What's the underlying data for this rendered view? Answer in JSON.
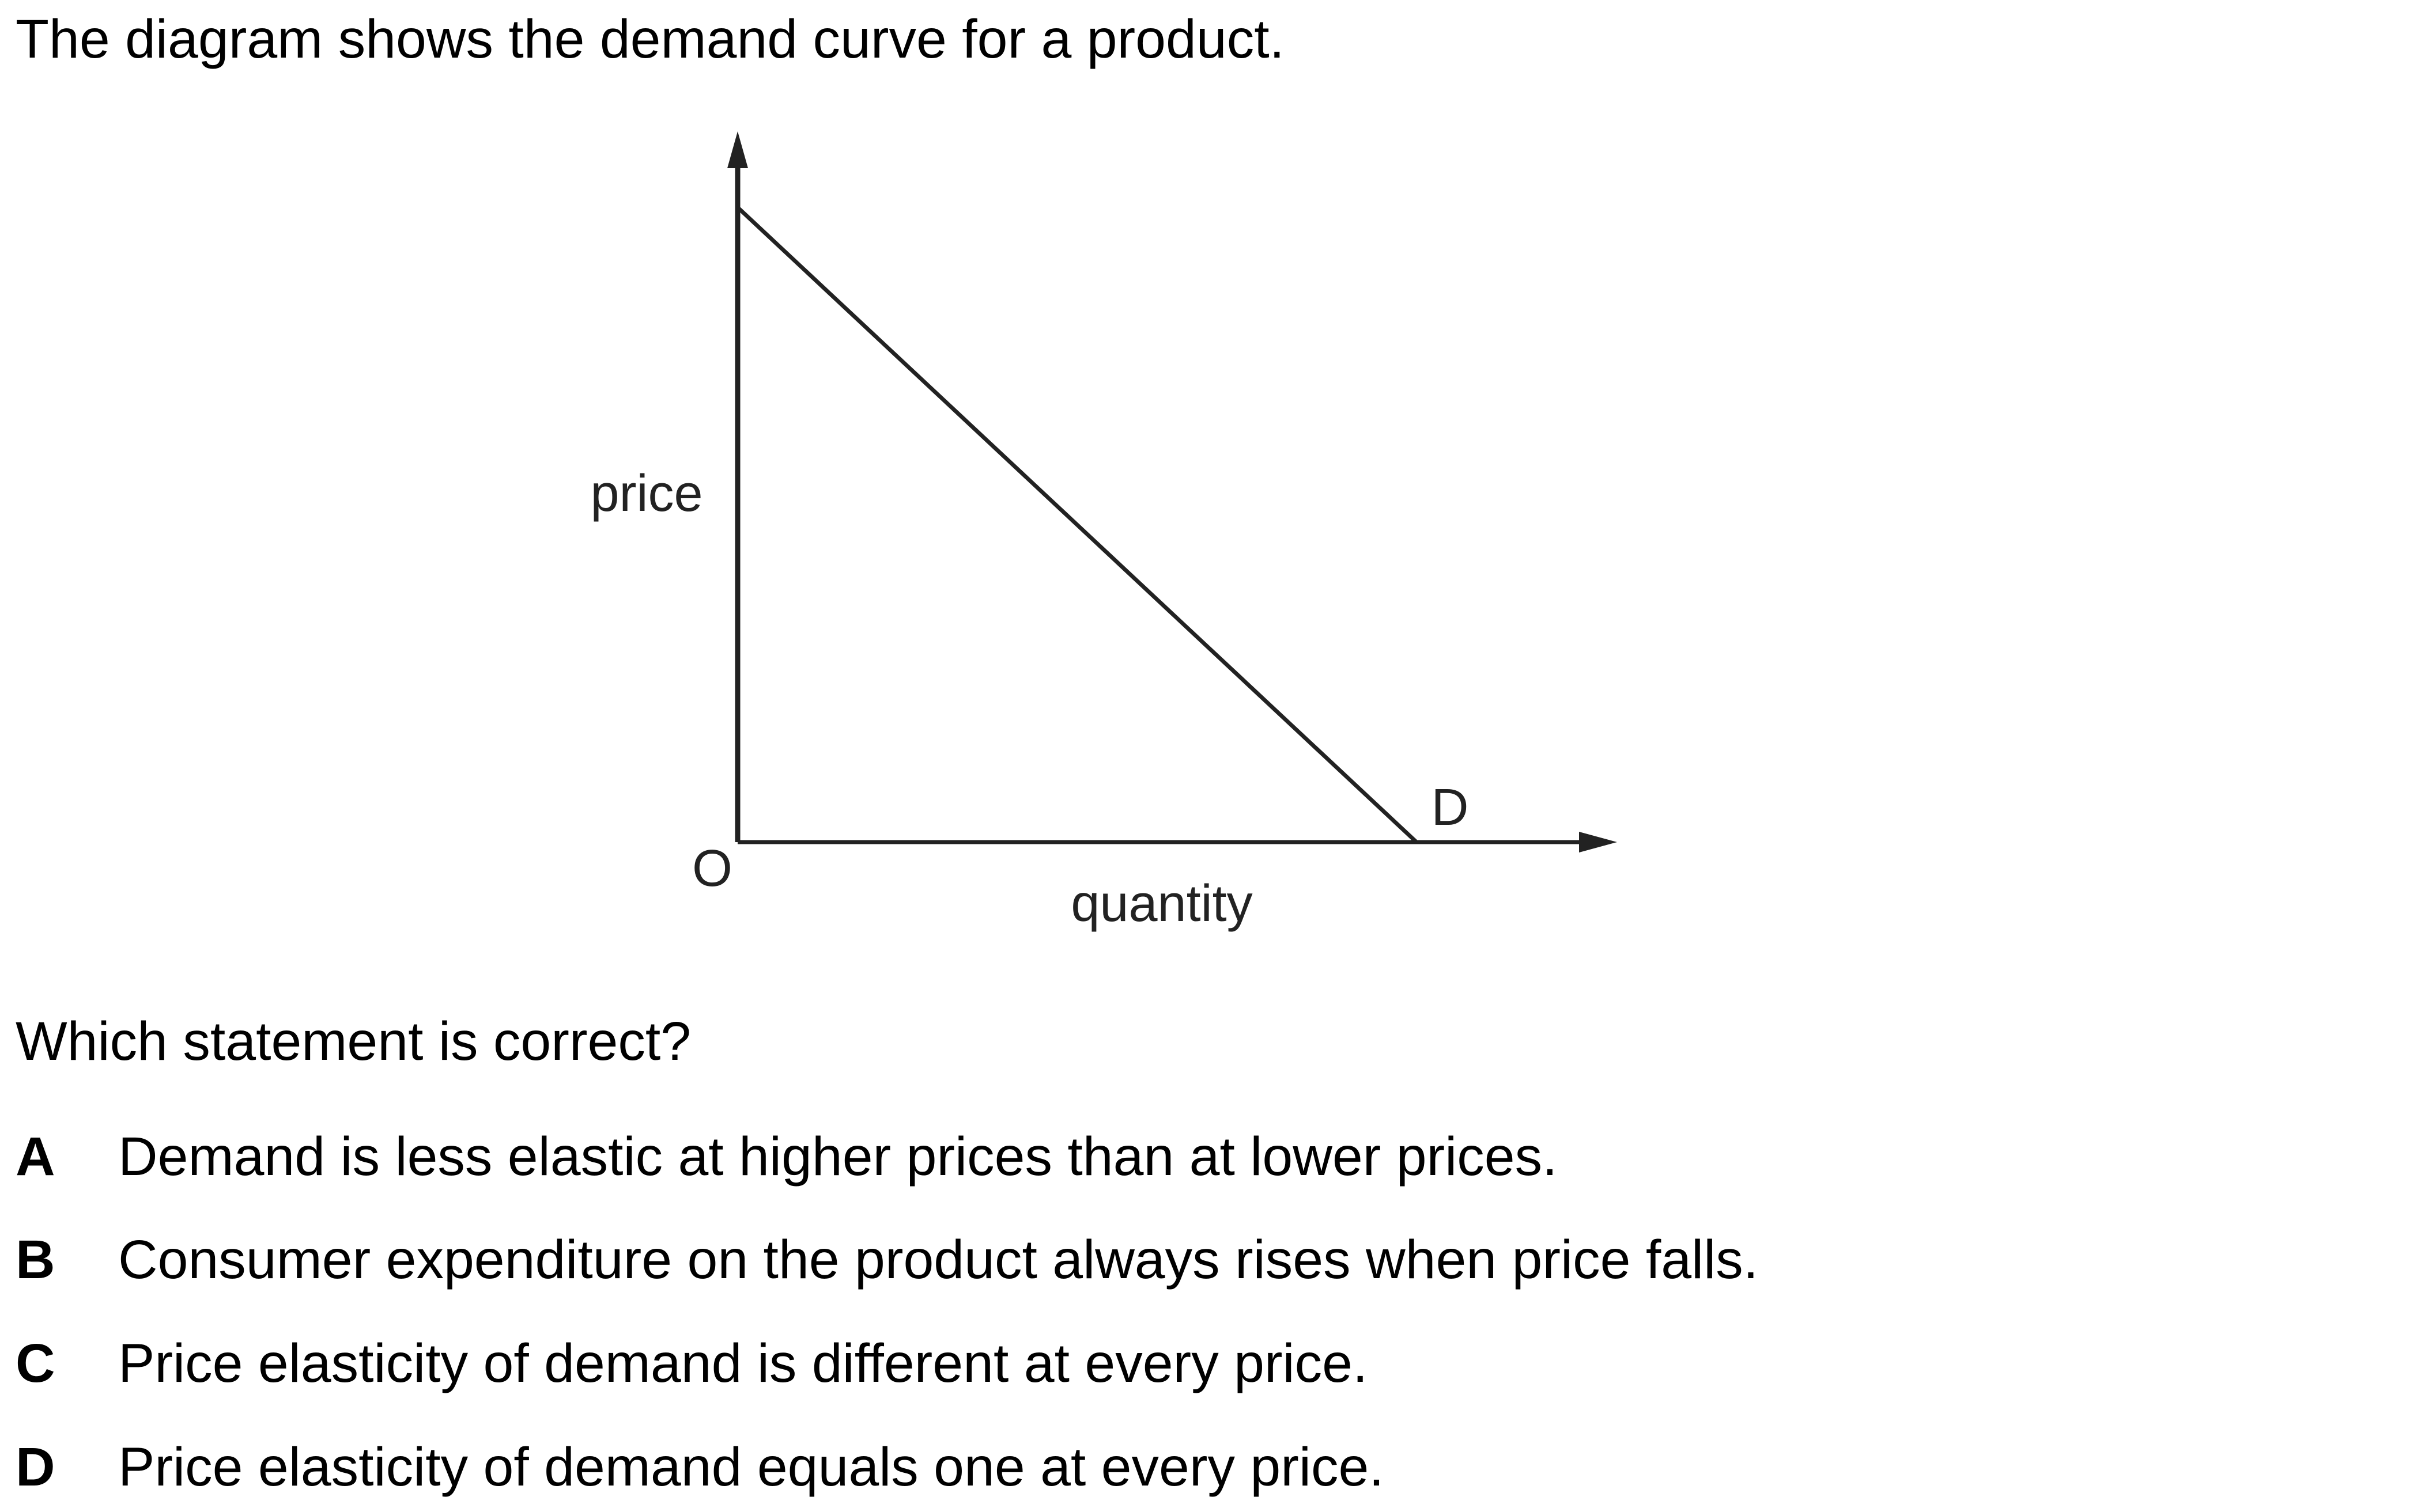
{
  "intro": "The diagram shows the demand curve for a product.",
  "diagram": {
    "y_axis_label": "price",
    "x_axis_label": "quantity",
    "origin_label": "O",
    "curve_label": "D"
  },
  "question": "Which statement is correct?",
  "options": [
    {
      "letter": "A",
      "text": "Demand is less elastic at higher prices than at lower prices."
    },
    {
      "letter": "B",
      "text": "Consumer expenditure on the product always rises when price falls."
    },
    {
      "letter": "C",
      "text": "Price elasticity of demand is different at every price."
    },
    {
      "letter": "D",
      "text": "Price elasticity of demand equals one at every price."
    }
  ]
}
